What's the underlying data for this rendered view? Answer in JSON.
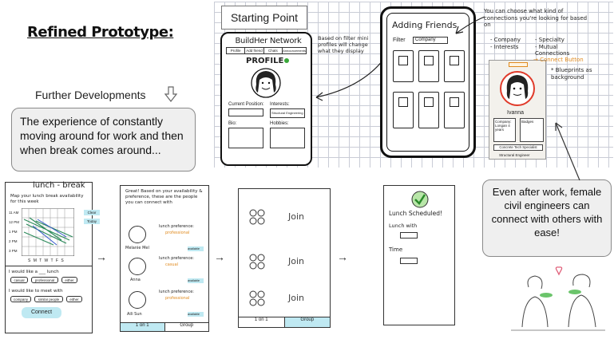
{
  "title": "Refined Prototype:",
  "further_developments": "Further Developments",
  "bubble_left": "The experience of constantly moving around for work and then when break comes around...",
  "bubble_right": "Even after work, female civil engineers can connect with others with ease!",
  "starting_point": {
    "label": "Starting Point",
    "app_name": "BuildHer Network",
    "nav": [
      "Profile",
      "Add friend",
      "Chats",
      "Announcements"
    ],
    "profile_heading": "PROFILE",
    "current_position": "Current Position:",
    "interests": "Interests:",
    "interest_tag": "Structural Engineering",
    "bio": "Bio:",
    "hobbies": "Hobbies:"
  },
  "filter_note": "Based on filter mini profiles will change what they display",
  "adding_friends": {
    "title": "Adding Friends",
    "filter_label": "Filter",
    "filter_value": "Company"
  },
  "choose_note": {
    "text": "You can choose what kind of connections you're looking for based on",
    "options": [
      "- Company",
      "- Specialty",
      "- Interests",
      "- Mutual Connections"
    ]
  },
  "connect_button": "Connect Button",
  "blueprints_note": "* Blueprints as background",
  "mini_profile": {
    "name": "Ivanna",
    "company_label": "Company:",
    "company_value": "Longan 4 years",
    "badges_label": "Badges",
    "spec_label": "Concrete Tech Specialist",
    "spec2": "Structural Engineer"
  },
  "lunch_break": {
    "title": "lunch - break",
    "prompt": "Map your lunch break availability for this week",
    "times": [
      "11 AM",
      "12 PM",
      "1 PM",
      "2 PM",
      "3 PM"
    ],
    "days": "S M T W T F S",
    "tags": [
      "Clear",
      "Today"
    ],
    "like_label": "I would like a ___ lunch",
    "like_options": [
      "casual",
      "professional",
      "either"
    ],
    "meet_label": "I would like to meet with",
    "meet_options": [
      "company",
      "similar people",
      "either"
    ],
    "button": "Connect"
  },
  "matches": {
    "intro": "Great! Based on your availability & preference, these are the people you can connect with",
    "people": [
      {
        "name": "Melanie Mel",
        "pref_label": "lunch preference:",
        "pref": "professional",
        "badge": "available"
      },
      {
        "name": "Anna",
        "pref_label": "lunch preference:",
        "pref": "casual",
        "badge": "available"
      },
      {
        "name": "Aili Sun",
        "pref_label": "lunch preference:",
        "pref": "professional",
        "badge": "available"
      }
    ],
    "tabs": [
      "1 on 1",
      "Group"
    ]
  },
  "join_screen": {
    "join": "Join",
    "tabs": [
      "1 on 1",
      "Group"
    ]
  },
  "scheduled": {
    "title": "Lunch Scheduled!",
    "lunch_with": "Lunch with",
    "time": "Time"
  },
  "colors": {
    "bubble": "#efefef",
    "cyan": "#bfe9f2",
    "orange": "#e08a1e",
    "green": "#3aa83a",
    "red": "#e03a2a"
  }
}
